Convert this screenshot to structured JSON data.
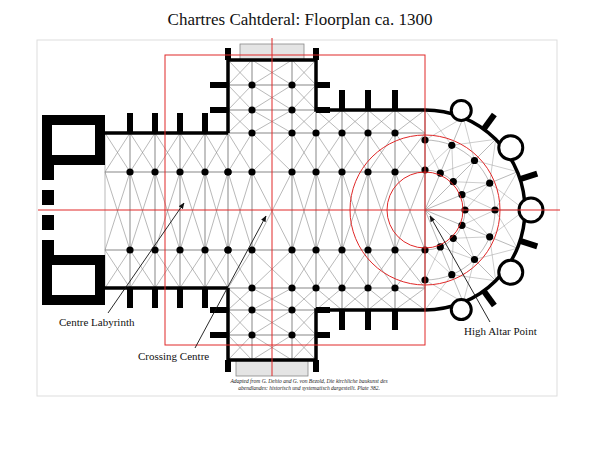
{
  "diagram": {
    "title": "Chartres Cahtderal: Floorplan ca. 1300",
    "caption": "Adapted from G. Dehio and G. von Bezold, Die kirchliche baukunst des abendlandes: historisch und systematisch dargestellt. Plate 382.",
    "labels": [
      "Centre Labyrinth",
      "Crossing Centre",
      "High Altar Point"
    ]
  }
}
